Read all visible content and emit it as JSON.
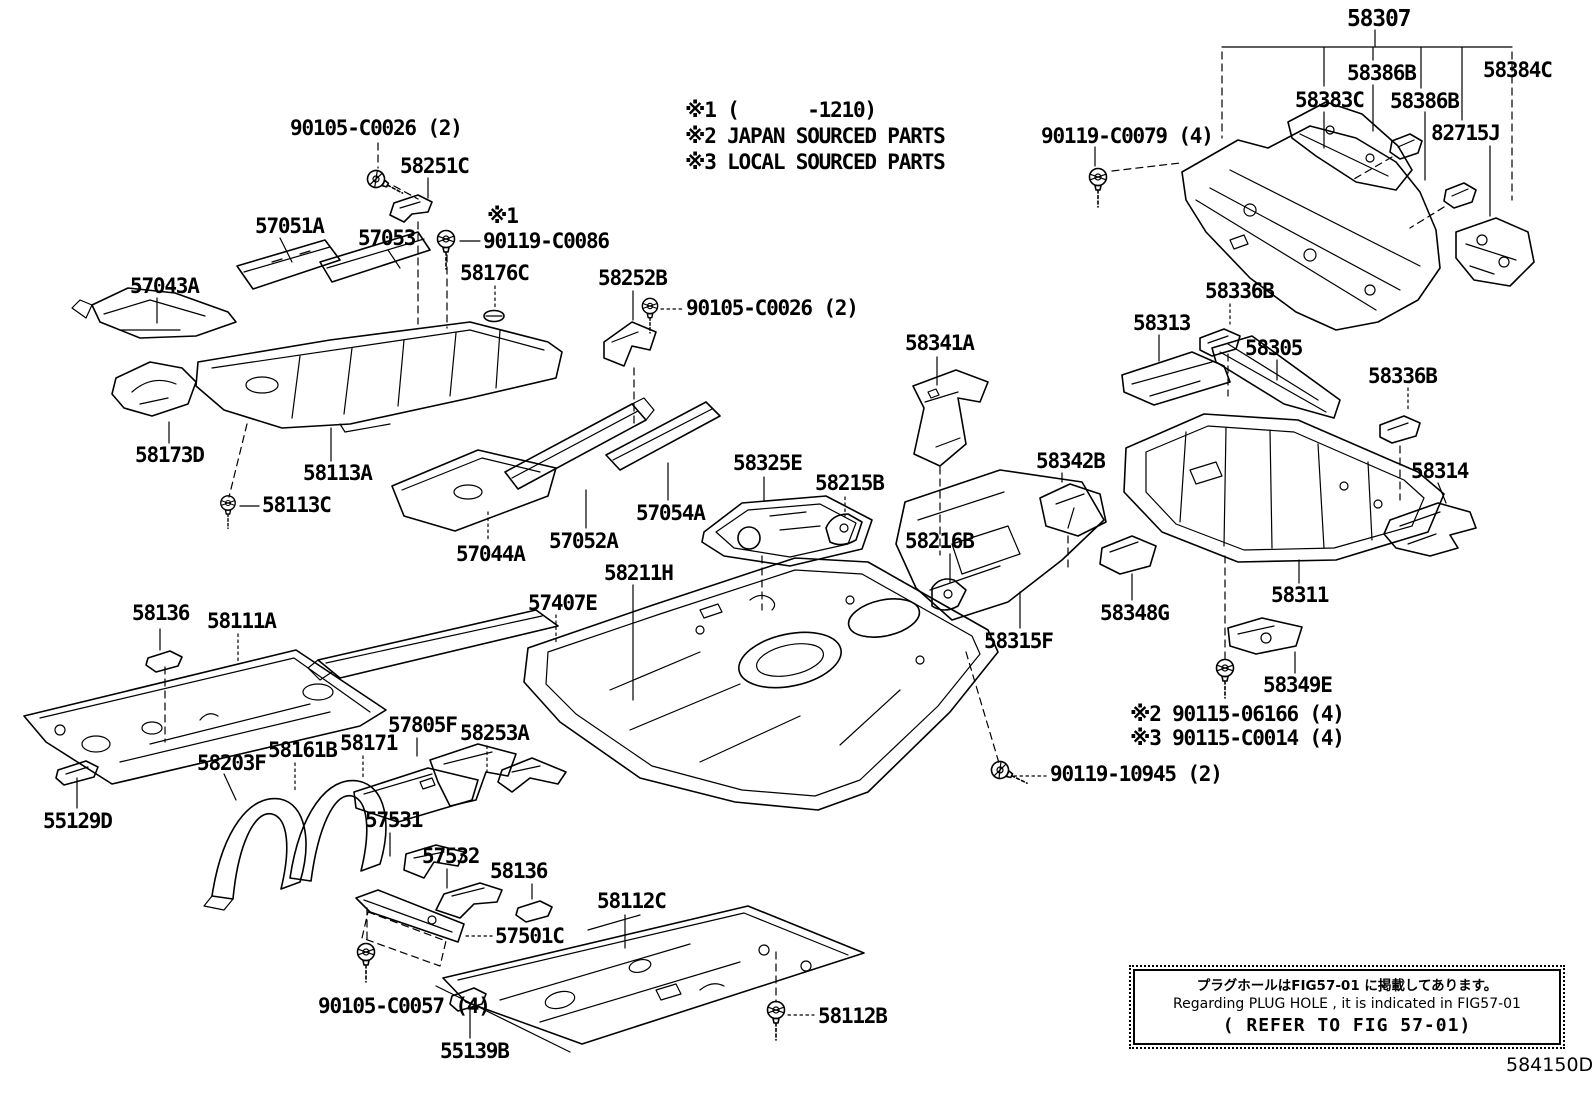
{
  "figure_code": "584150D",
  "colors": {
    "line": "#000000",
    "background": "#ffffff"
  },
  "notes": {
    "n1": "※1 (      -1210)",
    "n2": "※2 JAPAN SOURCED PARTS",
    "n3": "※3 LOCAL SOURCED PARTS",
    "n90115a": "※2 90115-06166 (4)",
    "n90115b": "※3 90115-C0014 (4)"
  },
  "info_box": {
    "line1": "プラグホールはFIG57-01 に掲載してあります。",
    "line2": "Regarding PLUG HOLE , it is indicated in FIG57-01",
    "line3": "( REFER TO FIG 57-01)"
  },
  "labels": {
    "n90105c0026a": "90105-C0026 (2)",
    "p58251C": "58251C",
    "p57051A": "57051A",
    "p57053": "57053",
    "x1": "※1",
    "n90119c0086": "90119-C0086",
    "p57043A": "57043A",
    "p58176C": "58176C",
    "p58252B": "58252B",
    "n90105c0026b": "90105-C0026 (2)",
    "p58307": "58307",
    "p58386Ba": "58386B",
    "p58384C": "58384C",
    "p58383C": "58383C",
    "p58386Bb": "58386B",
    "p82715J": "82715J",
    "n90119c0079": "90119-C0079 (4)",
    "p58336Ba": "58336B",
    "p58313": "58313",
    "p58305": "58305",
    "p58336Bb": "58336B",
    "p58341A": "58341A",
    "p58173D": "58173D",
    "p58113A": "58113A",
    "p58113C": "58113C",
    "p57044A": "57044A",
    "p57052A": "57052A",
    "p57054A": "57054A",
    "p58325E": "58325E",
    "p58215B": "58215B",
    "p58342B": "58342B",
    "p58314": "58314",
    "p58216B": "58216B",
    "p58211H": "58211H",
    "p57407E": "57407E",
    "p58348G": "58348G",
    "p58311": "58311",
    "p58315F": "58315F",
    "p58136a": "58136",
    "p58111A": "58111A",
    "p58349E": "58349E",
    "n90119_10945": "90119-10945 (2)",
    "p55129D": "55129D",
    "p58203F": "58203F",
    "p58161B": "58161B",
    "p58171": "58171",
    "p57805F": "57805F",
    "p58253A": "58253A",
    "p57531": "57531",
    "p57532": "57532",
    "p58136b": "58136",
    "p58112C": "58112C",
    "p57501C": "57501C",
    "n90105c0057": "90105-C0057 (4)",
    "p55139B": "55139B",
    "p58112B": "58112B"
  }
}
